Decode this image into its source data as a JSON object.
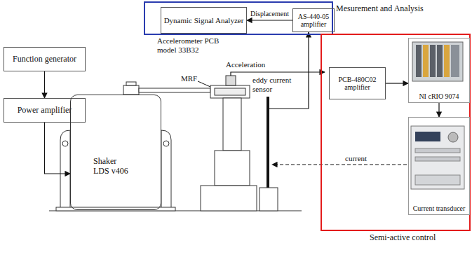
{
  "diagram": {
    "nodes": [
      {
        "text": [
          "Mesurement and Analysis"
        ]
      },
      {
        "text": [
          "Dynamic Signal Analyzer"
        ],
        "in": 0
      },
      {
        "text": [
          "AS-440-05 amplifier"
        ],
        "in": 0
      },
      {
        "text": [
          "Function generator"
        ]
      },
      {
        "text": [
          "Power amplifier"
        ]
      },
      {
        "text": [
          "Shaker LDS v406"
        ]
      },
      {
        "text": [
          "Semi-active control"
        ]
      },
      {
        "text": [
          "PCB-480C02 amplifier"
        ],
        "in": 6
      },
      {
        "text": [
          "NI cRIO 9074"
        ],
        "in": 6
      },
      {
        "text": [
          "Current transducer"
        ],
        "in": 6
      }
    ],
    "edges": [
      {
        "from": 2,
        "to": 1,
        "arrow": "to",
        "label": "Displacement"
      },
      {
        "from": 3,
        "to": 4,
        "arrow": "to"
      },
      {
        "from": 4,
        "to": 5,
        "arrow": "to"
      },
      {
        "from": 7,
        "to": 8,
        "arrow": "to"
      },
      {
        "from": 8,
        "to": 9,
        "arrow": "to"
      }
    ],
    "labels": [
      "Accelerometer PCB model 33B32",
      "MRF",
      "eddy current sensor",
      "Acceleration",
      "current"
    ]
  }
}
